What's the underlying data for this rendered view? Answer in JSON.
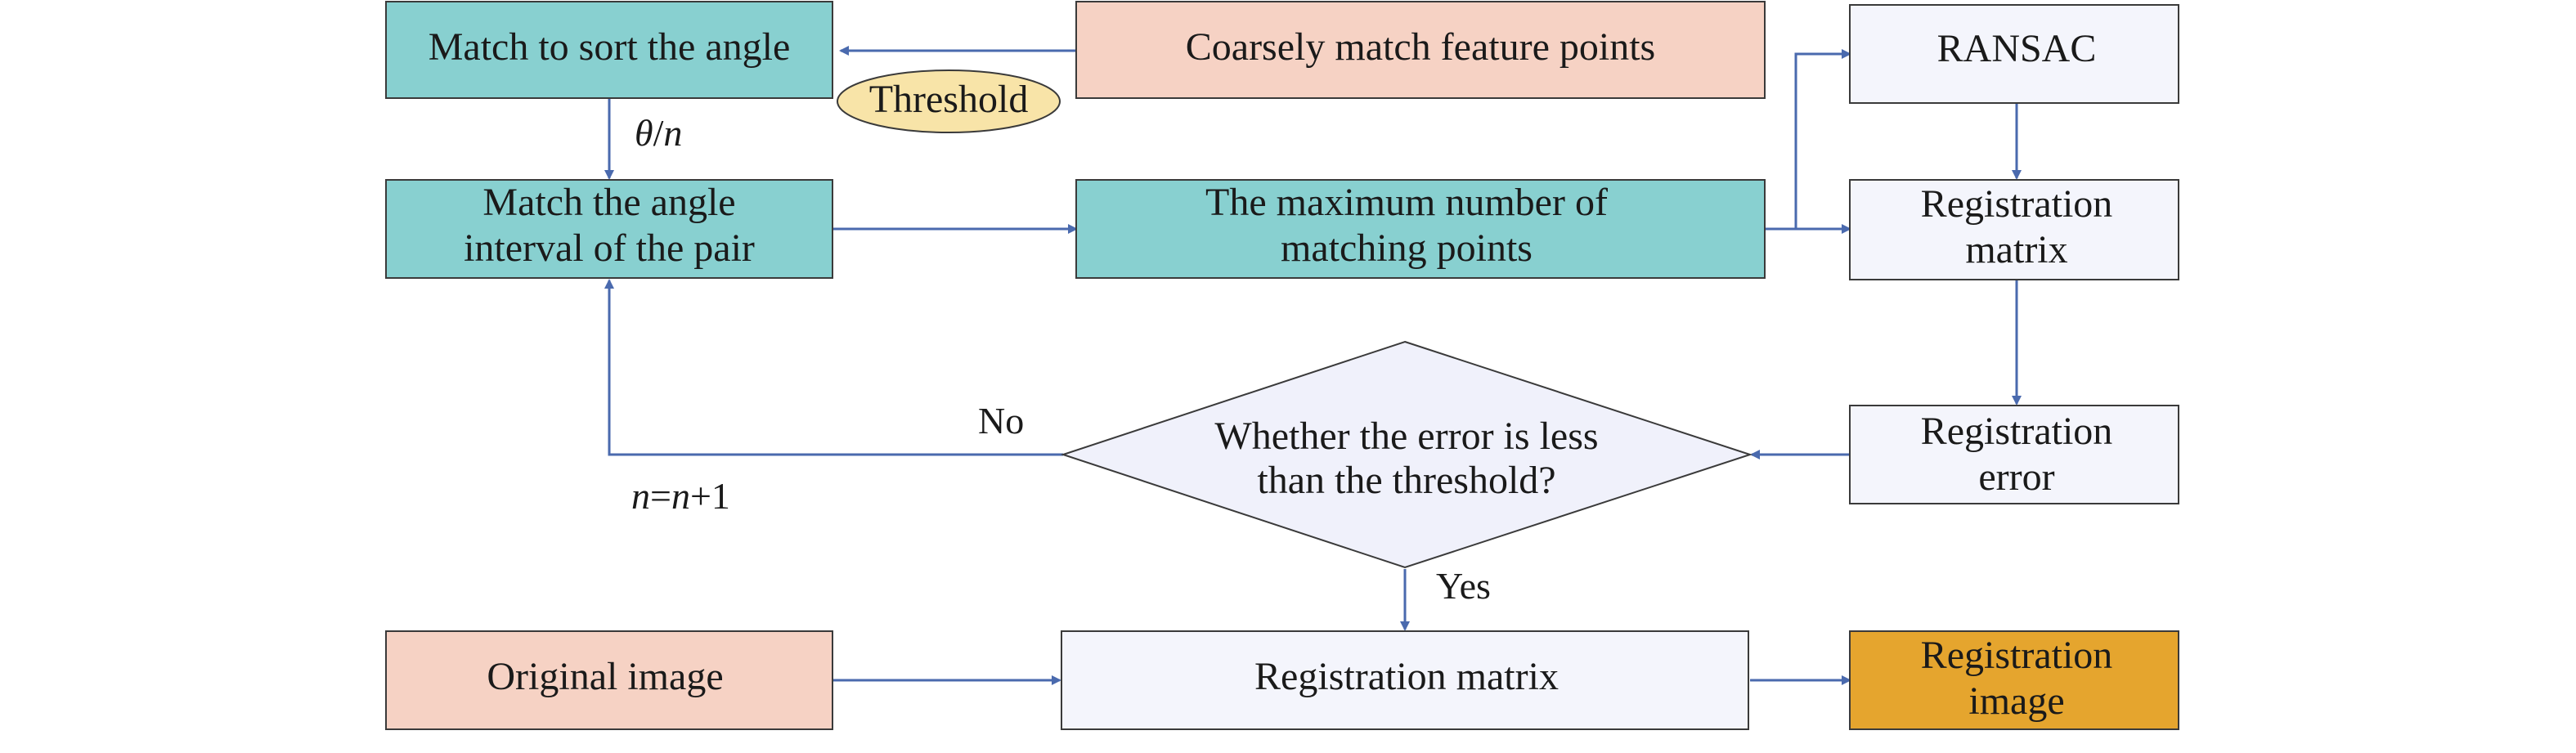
{
  "nodes": {
    "match_sort_angle": {
      "text": [
        "Match to sort the angle"
      ],
      "fill": "#88d0d0"
    },
    "coarse_match": {
      "text": [
        "Coarsely match feature points"
      ],
      "fill": "#f6d2c4"
    },
    "ransac": {
      "text": [
        "RANSAC"
      ],
      "fill": "#f4f5fc"
    },
    "match_angle_interval": {
      "text": [
        "Match the angle",
        "interval of the pair"
      ],
      "fill": "#88d0d0"
    },
    "max_matching_points": {
      "text": [
        "The maximum number of",
        "matching points"
      ],
      "fill": "#88d0d0"
    },
    "registration_matrix_top": {
      "text": [
        "Registration",
        "matrix"
      ],
      "fill": "#f4f5fc"
    },
    "decision_error": {
      "text": [
        "Whether the error is less",
        "than the threshold?"
      ],
      "fill": "#f0f1fb"
    },
    "registration_error": {
      "text": [
        "Registration",
        "error"
      ],
      "fill": "#f4f5fc"
    },
    "original_image": {
      "text": [
        "Original image"
      ],
      "fill": "#f6d2c4"
    },
    "registration_matrix_bottom": {
      "text": [
        "Registration matrix"
      ],
      "fill": "#f4f5fc"
    },
    "registration_image": {
      "text": [
        "Registration",
        "image"
      ],
      "fill": "#e5a52e"
    },
    "threshold": {
      "text": [
        "Threshold"
      ],
      "fill": "#f8e4a8"
    }
  },
  "labels": {
    "theta_n": {
      "parts": [
        "θ",
        "/",
        "n"
      ]
    },
    "n_update": {
      "parts": [
        "n",
        "=",
        "n",
        "+1"
      ]
    },
    "no": "No",
    "yes": "Yes"
  },
  "colors": {
    "arrow": "#4a6aae",
    "border": "#3a3a3a"
  }
}
